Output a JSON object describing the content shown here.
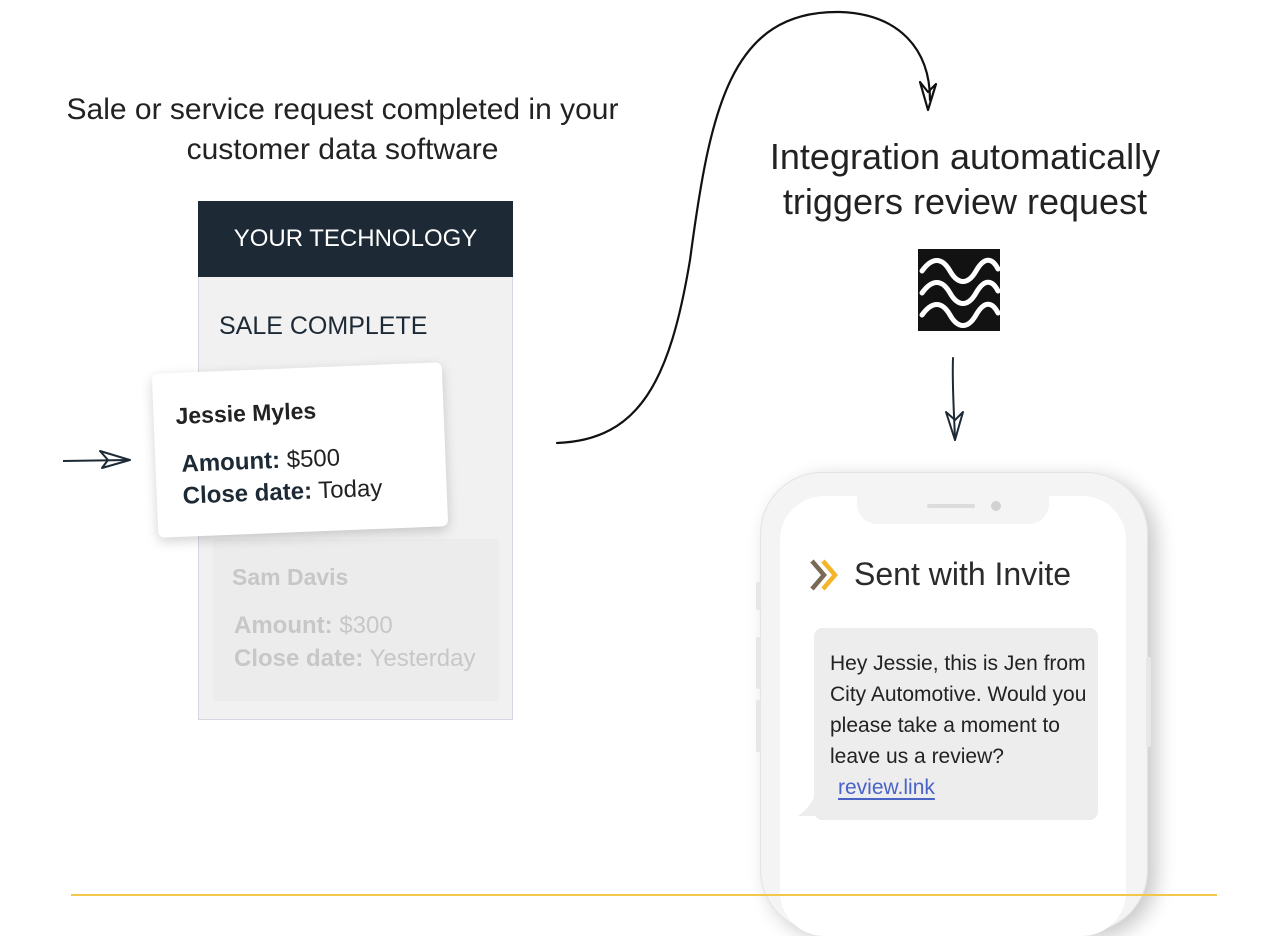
{
  "steps": {
    "crm_caption": "Sale or service request completed in your customer data software",
    "integration_caption": "Integration automatically triggers review request"
  },
  "crm": {
    "header": "YOUR TECHNOLOGY",
    "status": "SALE COMPLETE",
    "active_record": {
      "name": "Jessie Myles",
      "amount_label": "Amount:",
      "amount": "$500",
      "close_date_label": "Close date:",
      "close_date": "Today"
    },
    "faded_record": {
      "name": "Sam Davis",
      "amount_label": "Amount:",
      "amount": "$300",
      "close_date_label": "Close date:",
      "close_date": "Yesterday"
    }
  },
  "integration": {
    "icon": "wave-logo-icon"
  },
  "phone": {
    "sender": "Sent with Invite",
    "sender_icon": "double-chevron-icon",
    "message": "Hey Jessie, this is Jen from City Automotive. Would you please take a moment to leave us a review?",
    "link": "review.link"
  },
  "colors": {
    "header_bg": "#1d2a35",
    "accent_yellow": "#f3b62b",
    "link_blue": "#4a63c6",
    "baseline": "#f3c74b"
  }
}
